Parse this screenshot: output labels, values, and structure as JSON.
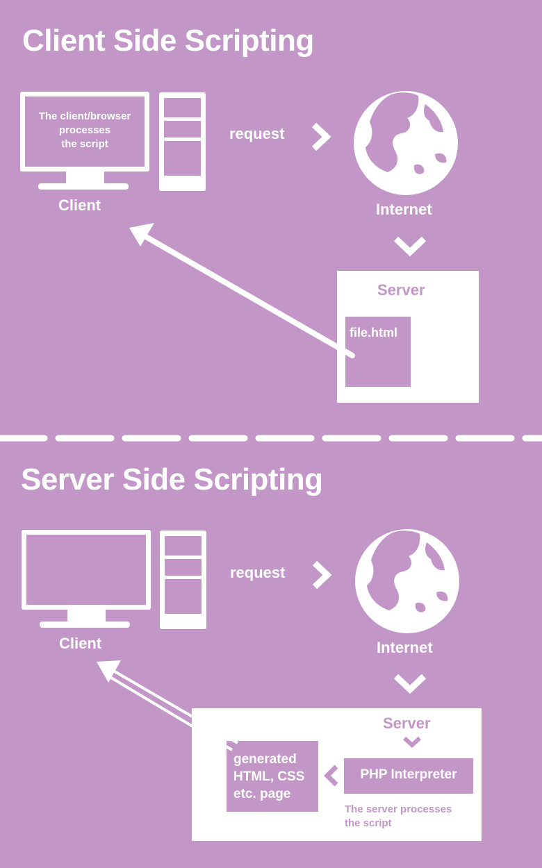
{
  "client_side": {
    "title": "Client Side Scripting",
    "screen_text": [
      "The client/browser",
      "processes",
      "the script"
    ],
    "client_label": "Client",
    "request_label": "request",
    "internet_label": "Internet",
    "server_label": "Server",
    "file_label": "file.html"
  },
  "server_side": {
    "title": "Server Side Scripting",
    "client_label": "Client",
    "request_label": "request",
    "internet_label": "Internet",
    "server_label": "Server",
    "generated_page_lines": [
      "generated",
      "HTML, CSS",
      "etc. page"
    ],
    "interpreter_label": "PHP Interpreter",
    "processes_lines": [
      "The server processes",
      "the script"
    ]
  },
  "icons": [
    "monitor-icon",
    "tower-icon",
    "globe-icon",
    "chevron-right-icon",
    "chevron-down-icon",
    "chevron-left-icon",
    "arrow-icon"
  ],
  "colors": {
    "background": "#c396c8",
    "foreground": "#ffffff"
  }
}
